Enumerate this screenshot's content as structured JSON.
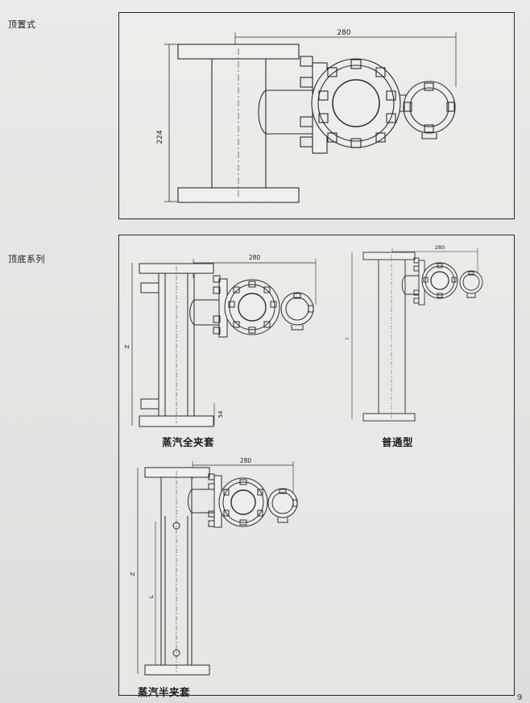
{
  "sections": {
    "top_mount": {
      "label": "顶置式",
      "dimension_width": "280",
      "dimension_height": "224"
    },
    "top_bottom_series": {
      "label": "顶底系列",
      "variants": {
        "steam_full_jacket": {
          "caption": "蒸汽全夹套",
          "dimension_width": "280",
          "dimension_height": "Z",
          "dimension_bottom": "54"
        },
        "standard": {
          "caption": "普通型",
          "dimension_width": "280",
          "dimension_height": "I"
        },
        "steam_half_jacket": {
          "caption": "蒸汽半夹套",
          "dimension_width": "280",
          "dimension_height": "Z",
          "dimension_length": "L"
        }
      }
    }
  },
  "page_number": "9"
}
